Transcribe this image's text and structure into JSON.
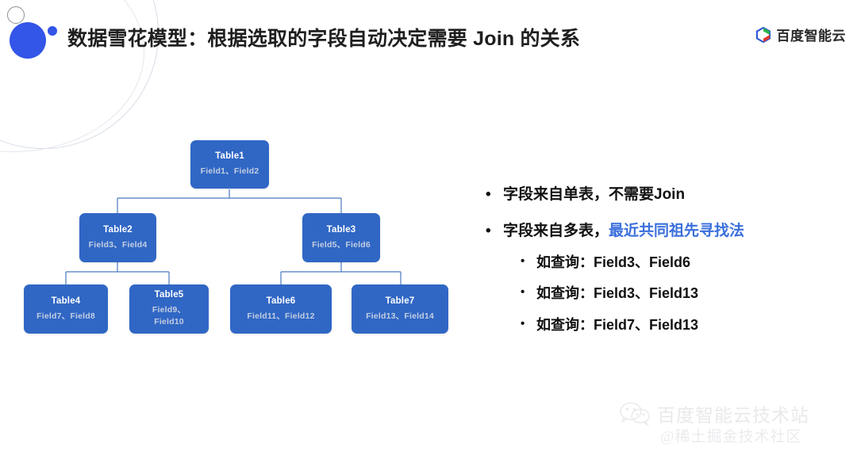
{
  "header": {
    "title": "数据雪花模型：根据选取的字段自动决定需要 Join 的关系",
    "brand_name": "百度智能云",
    "brand_icon": "baidu-cloud-hexagon-logo",
    "deco": {
      "ring_icon": "decorative-outline-circle",
      "big_dot_icon": "decorative-blue-circle",
      "small_dot_icon": "decorative-small-blue-dot",
      "arc_icon": "decorative-arc-curve"
    }
  },
  "diagram": {
    "type": "tree",
    "node_color": "#3067c5",
    "line_color": "#4a79c0",
    "nodes": [
      {
        "id": "table1",
        "name": "Table1",
        "fields": "Field1、Field2",
        "level": 0,
        "parent": null
      },
      {
        "id": "table2",
        "name": "Table2",
        "fields": "Field3、Field4",
        "level": 1,
        "parent": "table1"
      },
      {
        "id": "table3",
        "name": "Table3",
        "fields": "Field5、Field6",
        "level": 1,
        "parent": "table1"
      },
      {
        "id": "table4",
        "name": "Table4",
        "fields": "Field7、Field8",
        "level": 2,
        "parent": "table2"
      },
      {
        "id": "table5",
        "name": "Table5",
        "fields": "Field9、\nField10",
        "level": 2,
        "parent": "table2"
      },
      {
        "id": "table6",
        "name": "Table6",
        "fields": "Field11、Field12",
        "level": 2,
        "parent": "table3"
      },
      {
        "id": "table7",
        "name": "Table7",
        "fields": "Field13、Field14",
        "level": 2,
        "parent": "table3"
      }
    ]
  },
  "bullets": {
    "item1": "字段来自单表，不需要Join",
    "item2_prefix": "字段来自多表，",
    "item2_highlight": "最近共同祖先寻找法",
    "item2_highlight_color": "#3a6fdc",
    "sub_items": [
      "如查询：Field3、Field6",
      "如查询：Field3、Field13",
      "如查询：Field7、Field13"
    ],
    "bullet_glyph": "•"
  },
  "watermark": {
    "icon": "wechat-icon",
    "text": "百度智能云技术站",
    "subtext": "@稀土掘金技术社区"
  }
}
